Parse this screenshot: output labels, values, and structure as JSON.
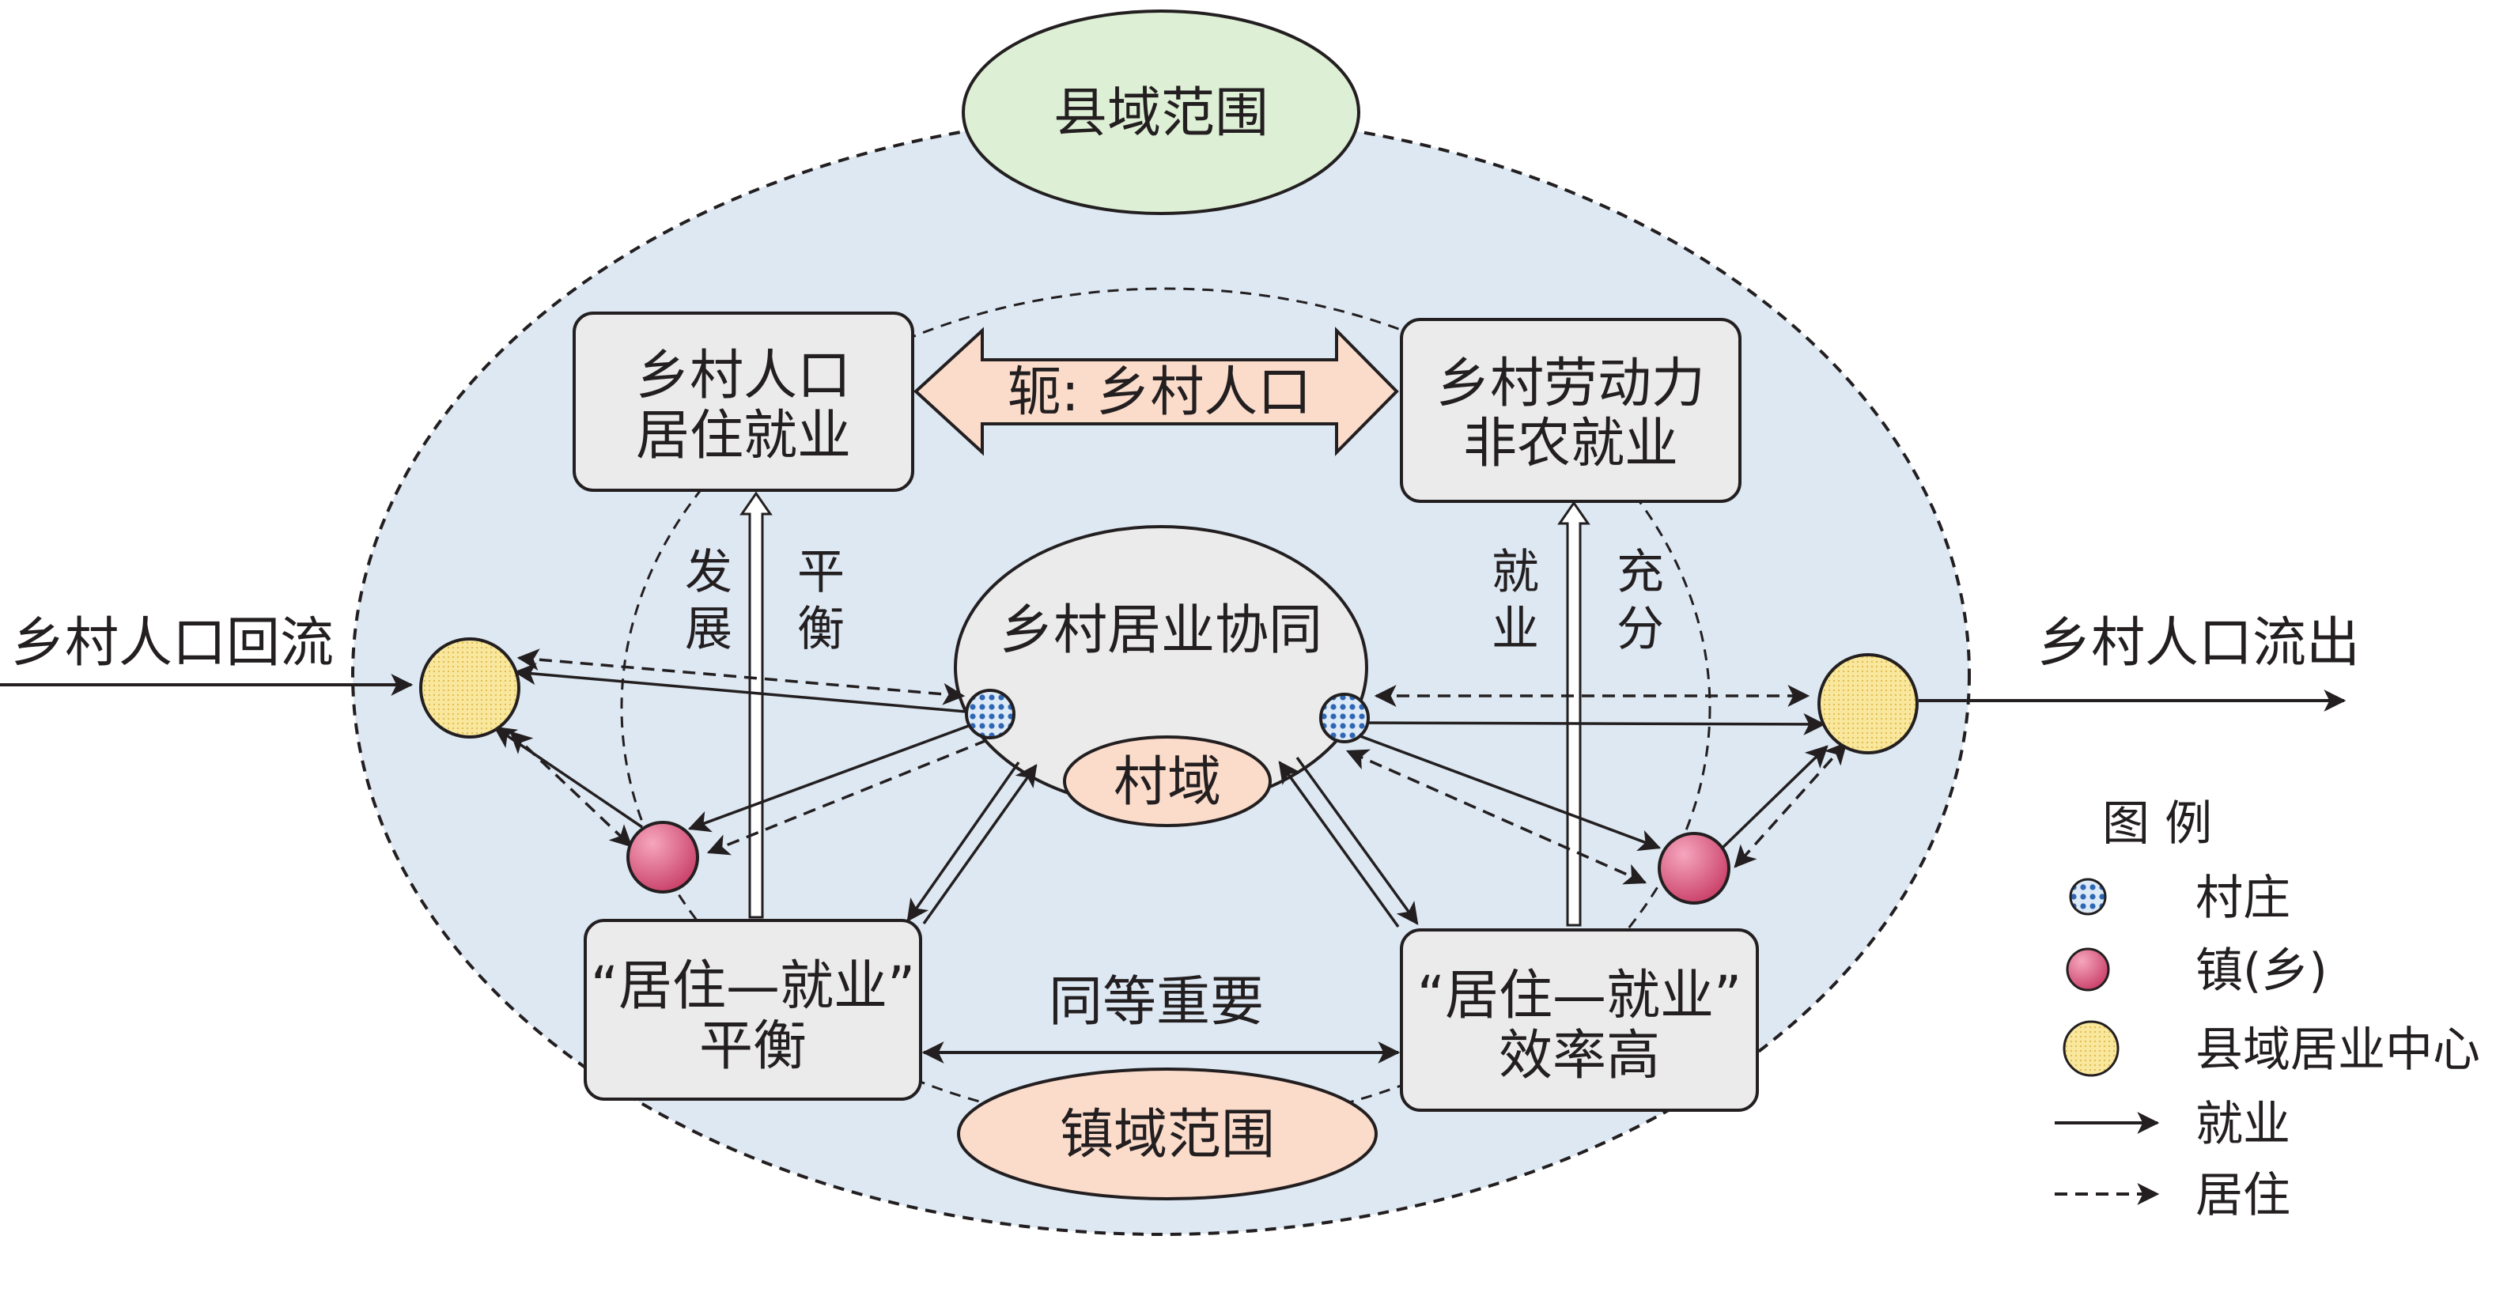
{
  "colors": {
    "county_fill": "#dde8f3",
    "box_fill": "#ebebeb",
    "county_label_fill": "#ddefd4",
    "village_label_fill": "#fbdccb",
    "town_fill": "#d9557d",
    "hub_fill": "#f6df8b",
    "village_fill": "#7fa7d6",
    "line": "#231f20"
  },
  "labels": {
    "county_scope": "县域范围",
    "town_scope": "镇域范围",
    "village_area": "村域",
    "synergy": "乡村居业协同",
    "axis": "轭: 乡村人口",
    "equal_importance": "同等重要",
    "inflow": "乡村人口回流",
    "outflow": "乡村人口流出"
  },
  "boxes": {
    "top_left": [
      "乡村人口",
      "居住就业"
    ],
    "top_right": [
      "乡村劳动力",
      "非农就业"
    ],
    "bottom_left": [
      "“居住—就业”",
      "平衡"
    ],
    "bottom_right": [
      "“居住—就业”",
      "效率高"
    ]
  },
  "side_labels": {
    "left_a": [
      "发",
      "展"
    ],
    "left_b": [
      "平",
      "衡"
    ],
    "right_a": [
      "就",
      "业"
    ],
    "right_b": [
      "充",
      "分"
    ]
  },
  "legend": {
    "title": "图 例",
    "items": [
      {
        "icon": "village-icon",
        "label": "村庄"
      },
      {
        "icon": "town-icon",
        "label": "镇(乡)"
      },
      {
        "icon": "county-hub-icon",
        "label": "县域居业中心"
      },
      {
        "icon": "solid-arrow-icon",
        "label": "就业"
      },
      {
        "icon": "dashed-arrow-icon",
        "label": "居住"
      }
    ]
  }
}
